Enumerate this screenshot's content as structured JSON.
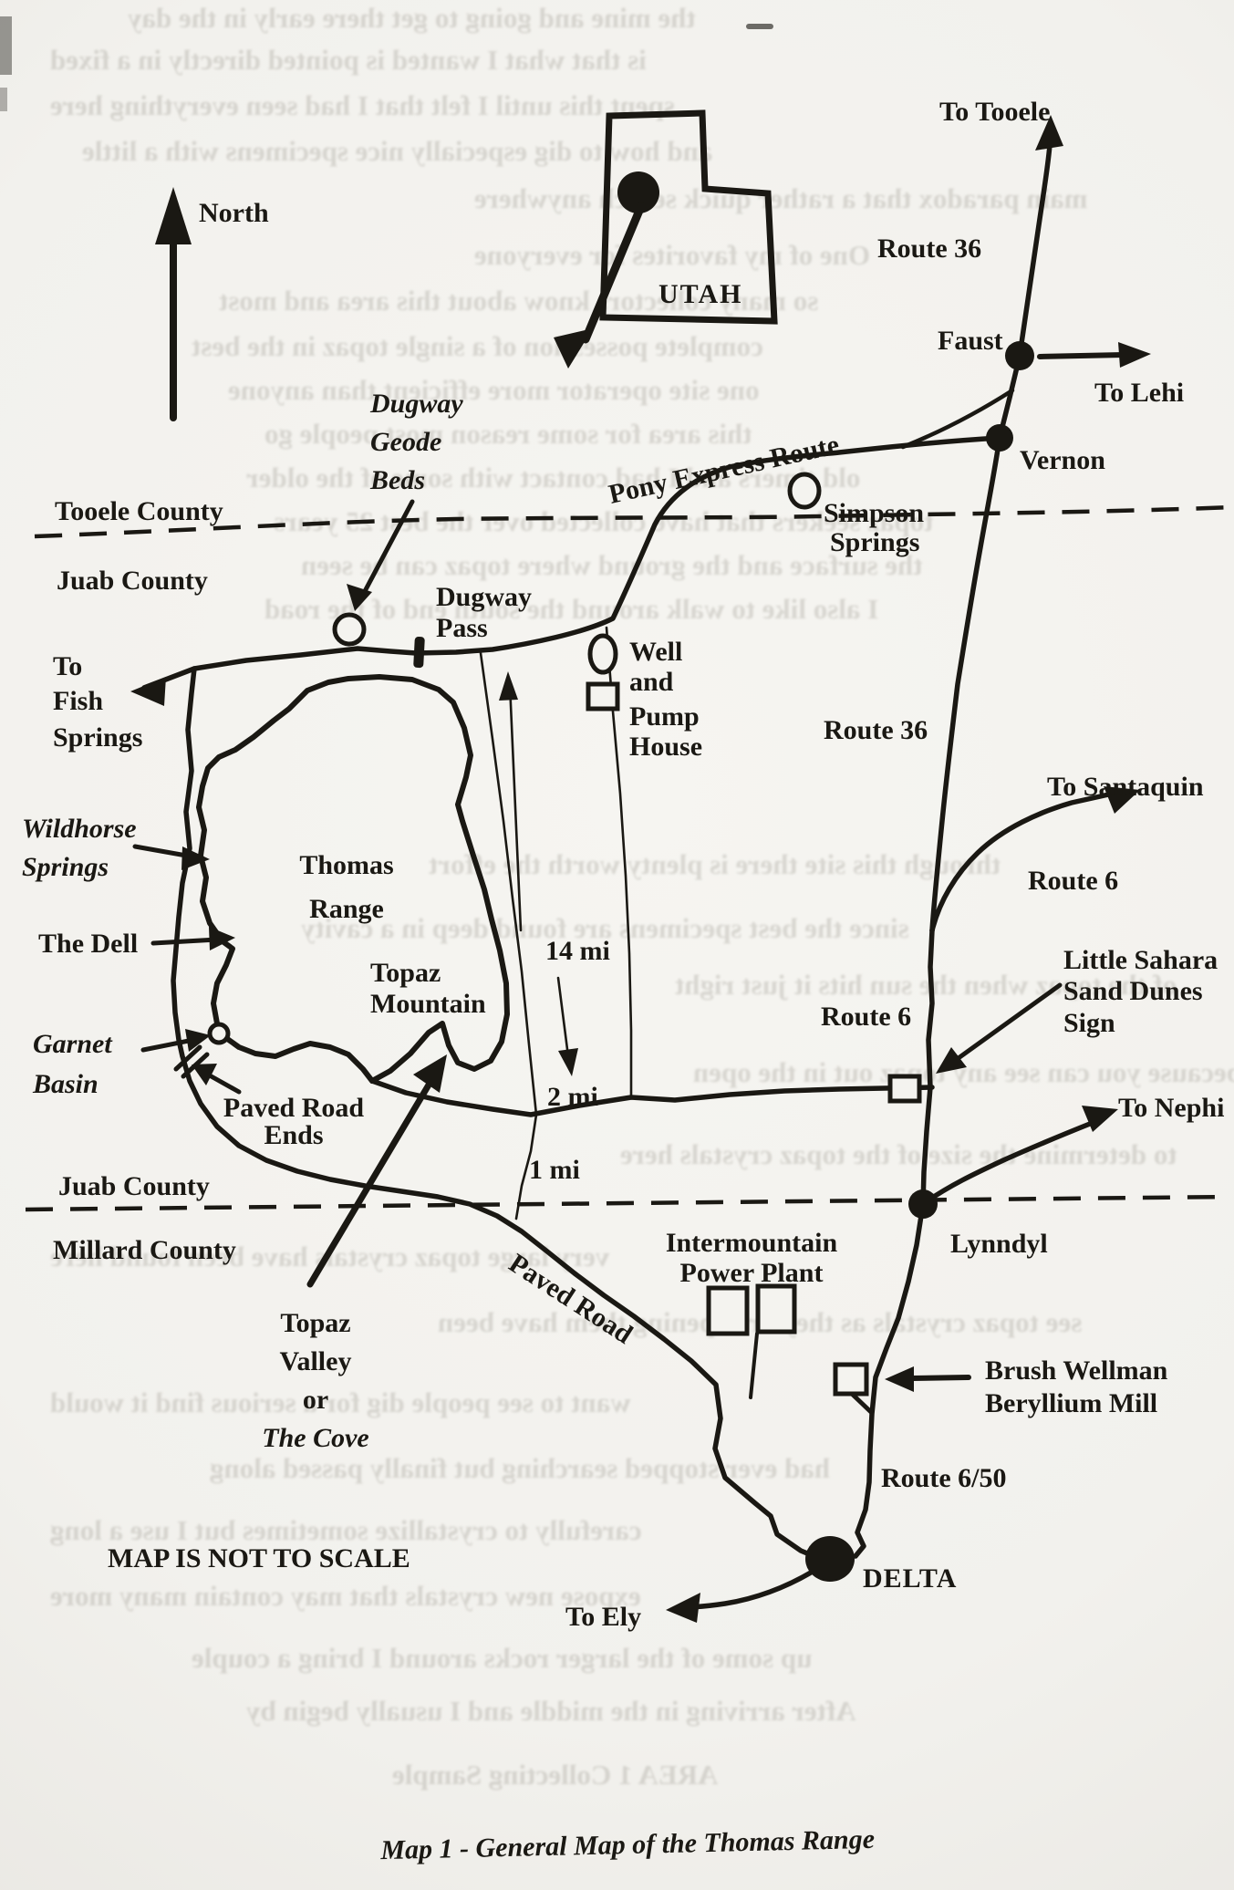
{
  "map": {
    "caption": "Map 1 - General Map of the Thomas Range",
    "scale_note": "MAP IS NOT TO SCALE",
    "north": "North",
    "inset_state": "UTAH"
  },
  "labels": {
    "to_tooele": "To Tooele",
    "route_36_upper": "Route 36",
    "faust": "Faust",
    "to_lehi": "To Lehi",
    "vernon": "Vernon",
    "pony_express": "Pony Express Route",
    "simpson_springs": [
      "Simpson",
      "Springs"
    ],
    "dugway_geode_beds": [
      "Dugway",
      "Geode",
      "Beds"
    ],
    "tooele_county": "Tooele County",
    "juab_county_north": "Juab County",
    "dugway_pass": [
      "Dugway",
      "Pass"
    ],
    "to_fish_springs": [
      "To",
      "Fish",
      "Springs"
    ],
    "well_pump": [
      "Well",
      "and",
      "Pump",
      "House"
    ],
    "route_36_lower": "Route 36",
    "to_santaquin": "To Santaquin",
    "route_6_upper": "Route 6",
    "wildhorse_springs": [
      "Wildhorse",
      "Springs"
    ],
    "thomas_range": [
      "Thomas",
      "Range"
    ],
    "the_dell": "The Dell",
    "topaz_mountain": [
      "Topaz",
      "Mountain"
    ],
    "mi_14": "14 mi",
    "little_sahara": [
      "Little Sahara",
      "Sand Dunes",
      "Sign"
    ],
    "route_6_mid": "Route 6",
    "garnet_basin": [
      "Garnet",
      "Basin"
    ],
    "paved_road_ends": [
      "Paved Road",
      "Ends"
    ],
    "mi_2": "2 mi",
    "to_nephi": "To Nephi",
    "mi_1": "1 mi",
    "juab_county_south": "Juab County",
    "millard_county": "Millard County",
    "intermountain": [
      "Intermountain",
      "Power Plant"
    ],
    "lynndyl": "Lynndyl",
    "topaz_valley": [
      "Topaz",
      "Valley",
      "or",
      "The Cove"
    ],
    "paved_road": "Paved Road",
    "brush_wellman": [
      "Brush Wellman",
      "Beryllium Mill"
    ],
    "route_6_50": "Route 6/50",
    "delta": "DELTA",
    "to_ely": "To Ely"
  },
  "colors": {
    "ink": "#1a1813",
    "paper": "#f3f1ed"
  },
  "bleedthrough": {
    "lines": [
      "the mine and going to get there early in the day",
      "is that what I wanted is pointed directly in a fixed",
      "spent this until I felt that I had seen everything here",
      "and how to dig especially nice specimens with a little",
      "main paradox that a rather quick search anywhere",
      "One of my favorites for everyone",
      "so many collectors know about this area and most",
      "complete possession of a single topaz in the best",
      "one site operator more efficient than anyone",
      "this area for some reason most people go",
      "old timers and I had contact with some of the older",
      "topaz seekers that have collected over the best 25 years",
      "the surface and the ground where topaz can be seen",
      "I also like to walk around the south end of the road",
      "through this site there is plenty worth the effort",
      "since the best specimens are found deep in a cavity",
      "of the topaz when the sun hits it just right",
      "because you can see any topaz out in the open",
      "to determine the size of the topaz crystals here",
      "very large topaz crystals have been found here",
      "see topaz crystals as they are opening them have been",
      "want to see people dig for a serious find it would",
      "had ever stopped searching but finally passed along",
      "carefully to crystallize sometimes but I use a long",
      "expose new crystals that may contain many more",
      "up some of the larger rocks around I bring a couple",
      "After arriving in the middle and I usually begin by",
      "AREA 1 Collecting Sample"
    ]
  }
}
